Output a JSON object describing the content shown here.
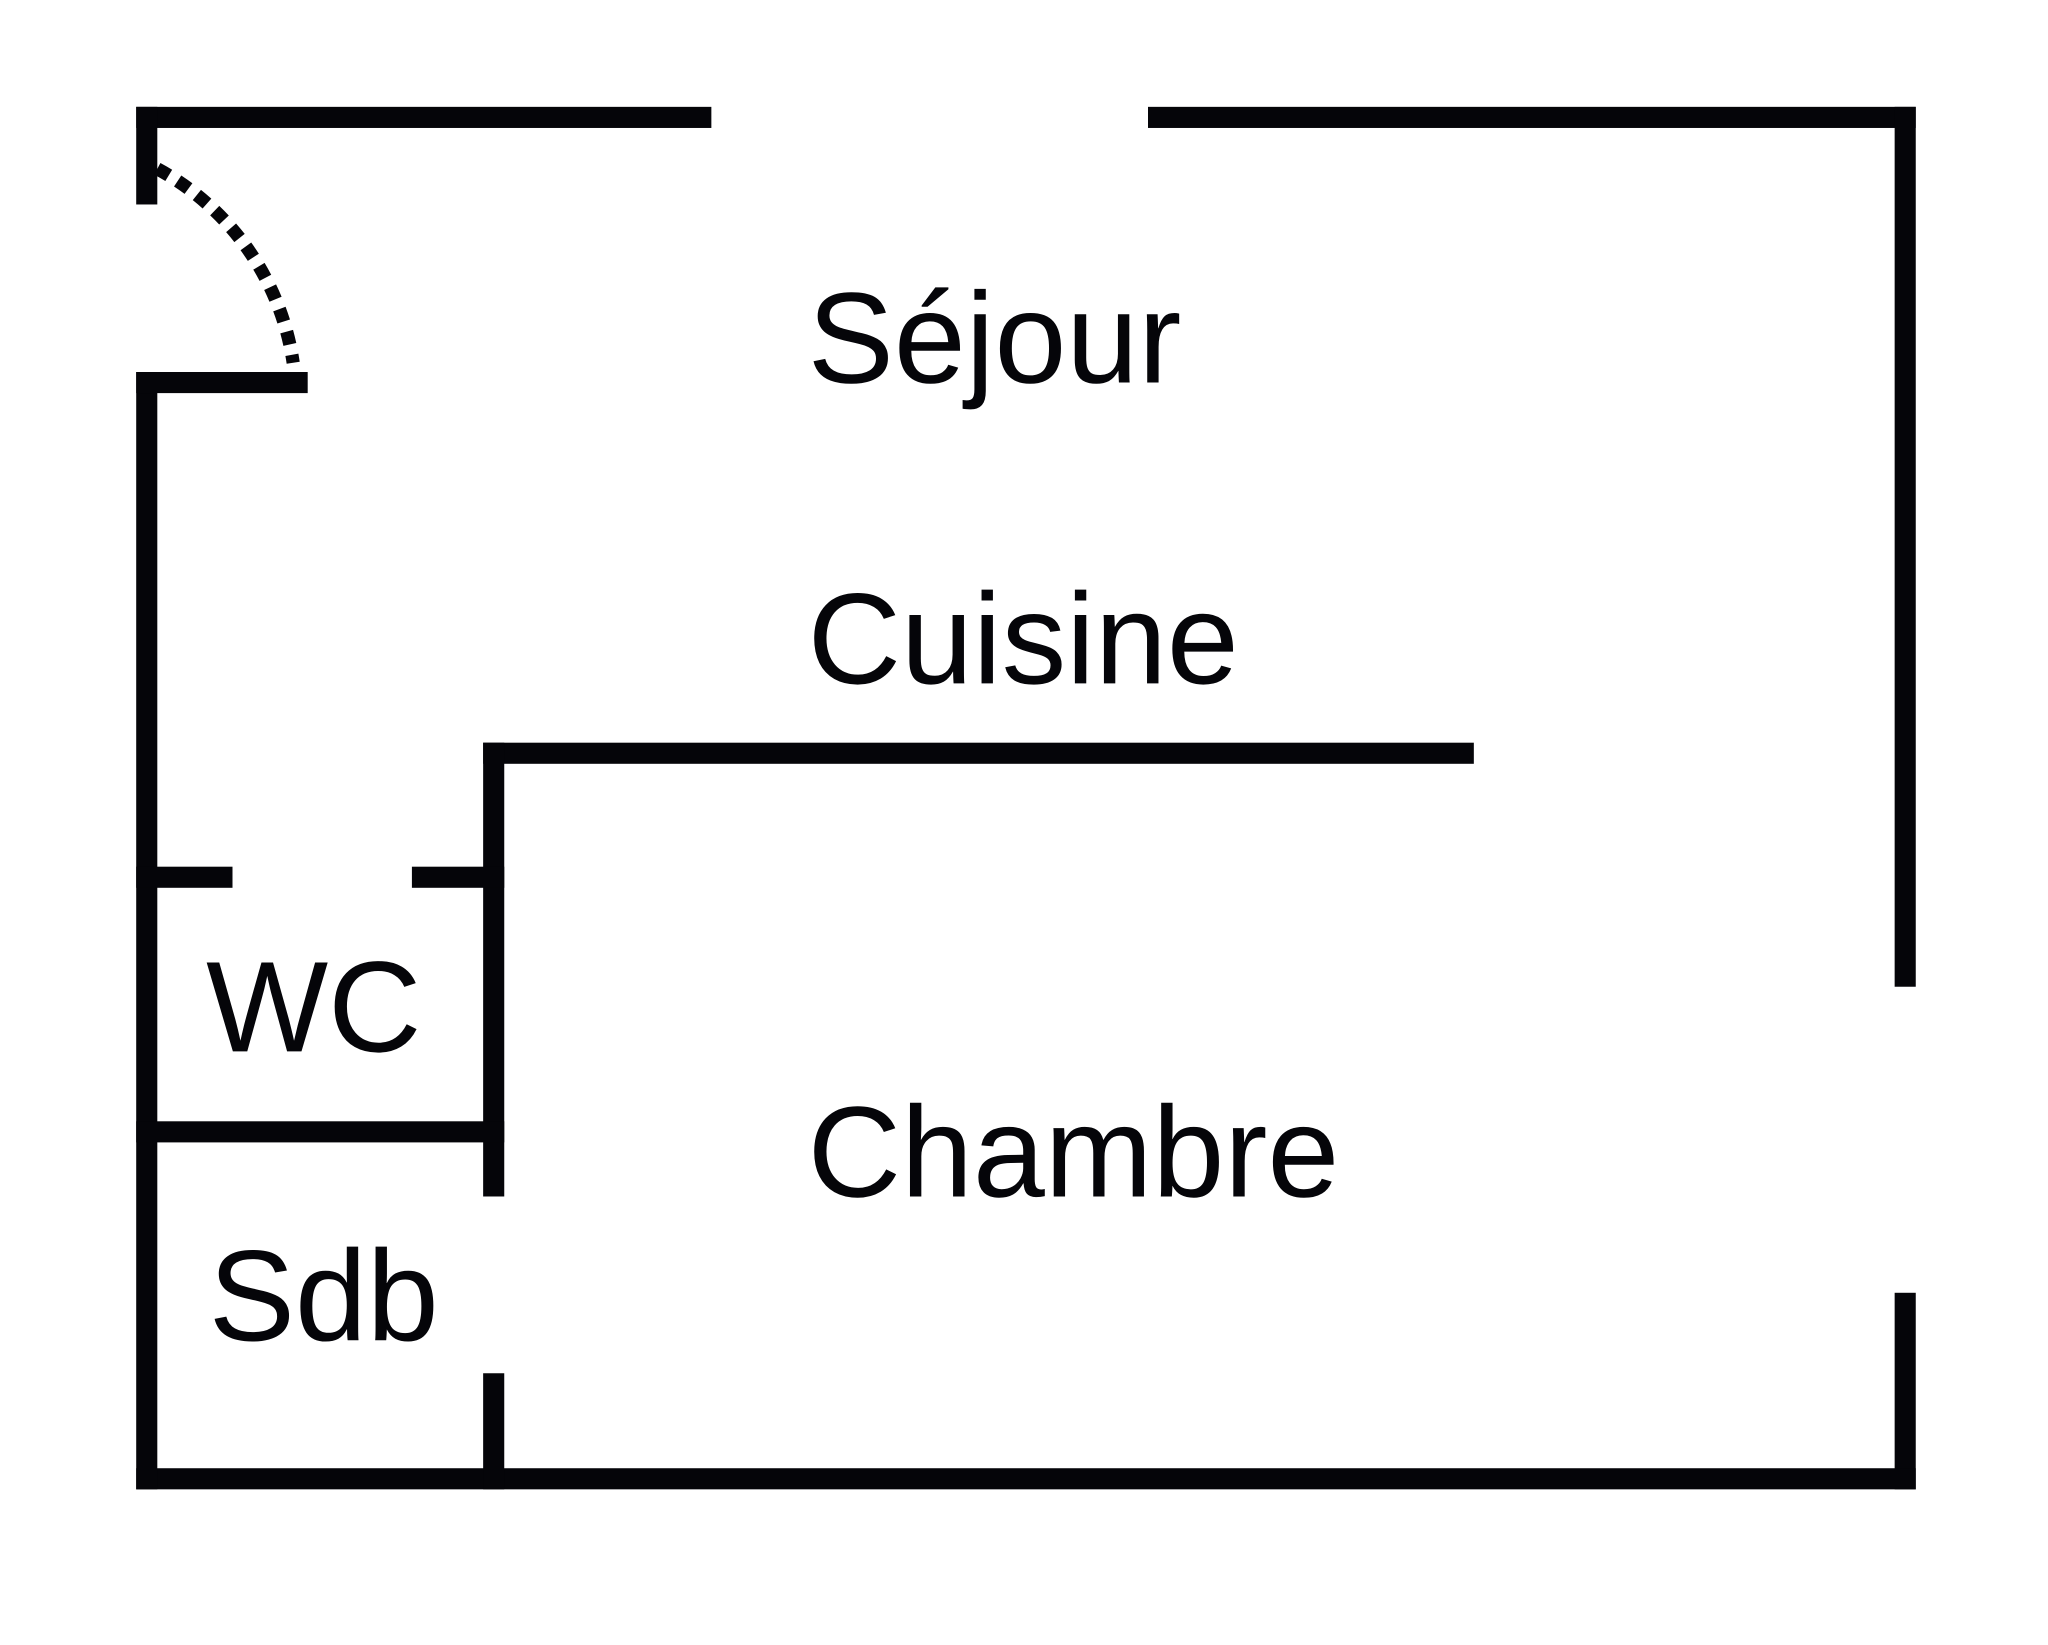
{
  "plan": {
    "rooms": {
      "sejour": "Séjour",
      "cuisine": "Cuisine",
      "chambre": "Chambre",
      "wc": "WC",
      "sdb": "Sdb"
    },
    "colors": {
      "wall": "#050509",
      "background": "#ffffff"
    }
  }
}
